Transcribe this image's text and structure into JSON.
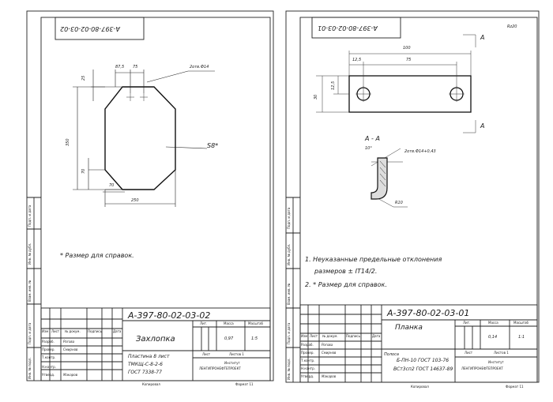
{
  "left": {
    "code_top": "A-397-80-02-03-02",
    "code_block": "A-397-80-02-03-02",
    "title": "Захлопка",
    "dims": {
      "d1": "87,5",
      "d2": "75",
      "d3": "25",
      "d4": "350",
      "d5": "70",
      "d6": "70",
      "d7": "250"
    },
    "hole_note": "2отв.Ф14",
    "thickness": "S8*",
    "note": "* Размер для справок.",
    "material": [
      "Пластина 8 лист",
      "ТМКЩ-С-8-2-6",
      "ГОСТ 7338-77"
    ],
    "mass": "0,97",
    "scale": "1:5",
    "sheets": "Листов 1",
    "sheet": "Лист",
    "col_lit": "Лит.",
    "col_mass": "Масса",
    "col_scale": "Масштаб",
    "hdr": [
      "Изм",
      "Лист",
      "№ докум.",
      "Подпись",
      "Дата"
    ],
    "roles": [
      "Разраб.",
      "Провер.",
      "Т.контр.",
      "",
      "Н.контр.",
      "Утверд."
    ],
    "names": [
      "Рогова",
      "Смирнов",
      "",
      "",
      "",
      "Макаров"
    ],
    "institute": [
      "Институт",
      "ЛЕНГИПРОНЕФТЕПРОЕКТ"
    ],
    "copied": "Копировал",
    "format": "Формат 11",
    "side": [
      "Подп. и дата",
      "Инв. № дубл.",
      "Взам. инв. №",
      "Подп. и дата",
      "Инв. № подл."
    ]
  },
  "right": {
    "code_top": "A-397-80-02-03-01",
    "code_block": "A-397-80-02-03-01",
    "title": "Планка",
    "roughness": "Rz20",
    "section_mark": "A",
    "section_label": "А - А",
    "dims": {
      "len": "100",
      "a": "12,5",
      "b": "75",
      "h": "30",
      "c": "12,5",
      "angle": "10°",
      "radius": "R10"
    },
    "hole_note": "2отв.Ф14+0,43",
    "notes": [
      "1. Неуказанные предельные отклонения",
      "размеров ± IT14/2.",
      "2. * Размер для справок."
    ],
    "material": [
      "Полоса",
      "Б-ПН-10 ГОСТ 103-76",
      "ВСт3сп2 ГОСТ 14637-89"
    ],
    "mass": "0,14",
    "scale": "1:1",
    "sheets": "Листов 1",
    "sheet": "Лист",
    "col_lit": "Лит.",
    "col_mass": "Масса",
    "col_scale": "Масштаб",
    "hdr": [
      "Изм",
      "Лист",
      "№ докум.",
      "Подпись",
      "Дата"
    ],
    "roles": [
      "Разраб.",
      "Провер.",
      "Т.контр.",
      "",
      "Н.контр.",
      "Утверд."
    ],
    "names": [
      "Рогова",
      "Смирнов",
      "",
      "",
      "",
      "Макаров"
    ],
    "institute": [
      "Институт",
      "ЛЕНГИПРОНЕФТЕПРОЕКТ"
    ],
    "copied": "Копировал",
    "format": "Формат 11",
    "side": [
      "Подп. и дата",
      "Инв. № дубл.",
      "Взам. инв. №",
      "Подп. и дата",
      "Инв. № подл."
    ]
  }
}
